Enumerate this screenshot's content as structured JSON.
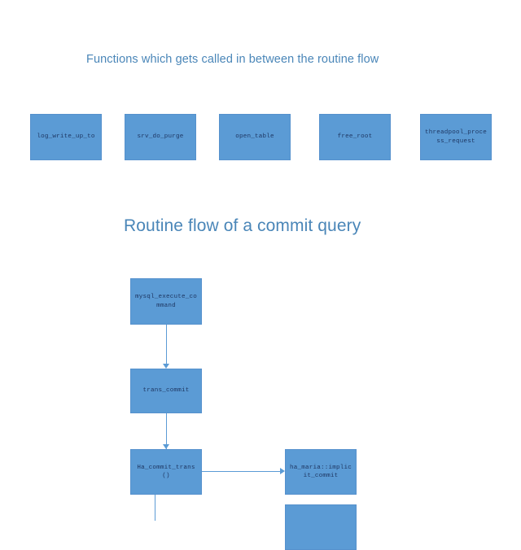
{
  "page": {
    "background_color": "#ffffff",
    "accent_color": "#5b9bd5",
    "heading_color": "#4a86b8",
    "node_text_color": "#1f3864"
  },
  "section_functions": {
    "heading": "Functions which gets called in between the routine flow",
    "nodes": [
      {
        "label": "log_write_up_to"
      },
      {
        "label": "srv_do_purge"
      },
      {
        "label": "open_table"
      },
      {
        "label": "free_root"
      },
      {
        "label": "threadpool_process_request"
      }
    ]
  },
  "section_flow": {
    "heading": "Routine flow of a commit query",
    "nodes": [
      {
        "label": "mysql_execute_command"
      },
      {
        "label": "trans_commit"
      },
      {
        "label": "Ha_commit_trans()"
      },
      {
        "label": "ha_maria::implicit_commit"
      },
      {
        "label": ""
      },
      {
        "label": ""
      }
    ]
  }
}
